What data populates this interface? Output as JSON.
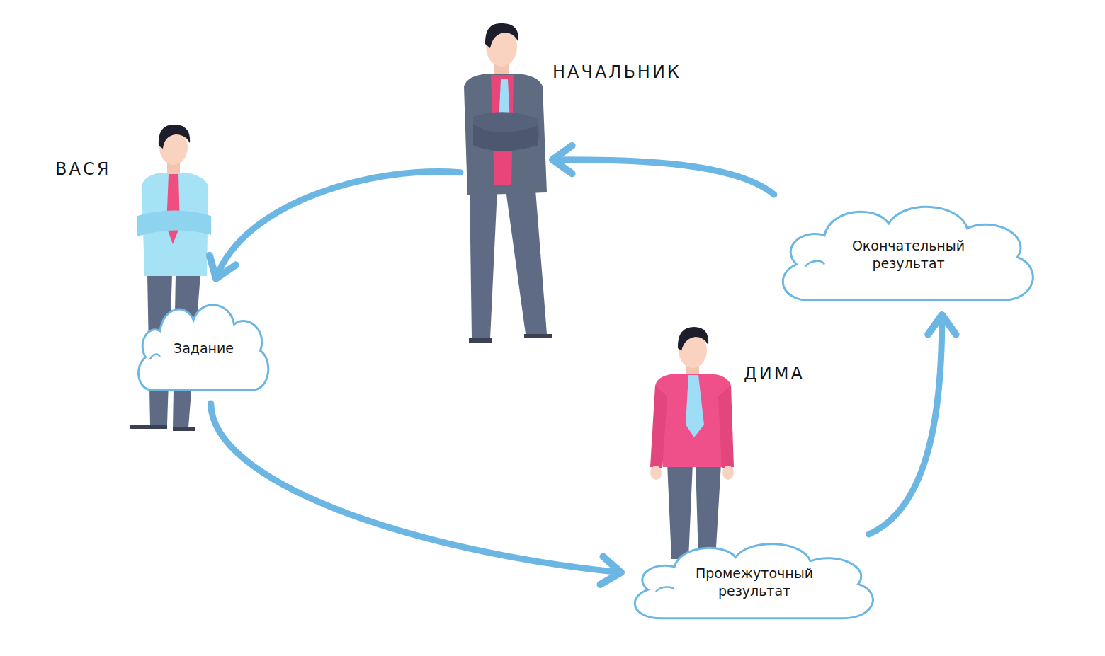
{
  "diagram": {
    "nodes": [
      {
        "text": [
          "НАЧАЛЬНИК"
        ]
      },
      {
        "text": [
          "ВАСЯ"
        ]
      },
      {
        "text": [
          "Окончательный результат"
        ]
      },
      {
        "text": [
          "Задание"
        ]
      },
      {
        "text": [
          "ДИМА"
        ]
      },
      {
        "text": [
          "Промежуточный результат"
        ]
      }
    ],
    "edges": [
      {
        "from": 0,
        "to": 1,
        "arrow": "to"
      },
      {
        "from": 3,
        "to": 5,
        "arrow": "to"
      },
      {
        "from": 5,
        "to": 2,
        "arrow": "to"
      },
      {
        "from": 2,
        "to": 0,
        "arrow": "to"
      }
    ]
  }
}
